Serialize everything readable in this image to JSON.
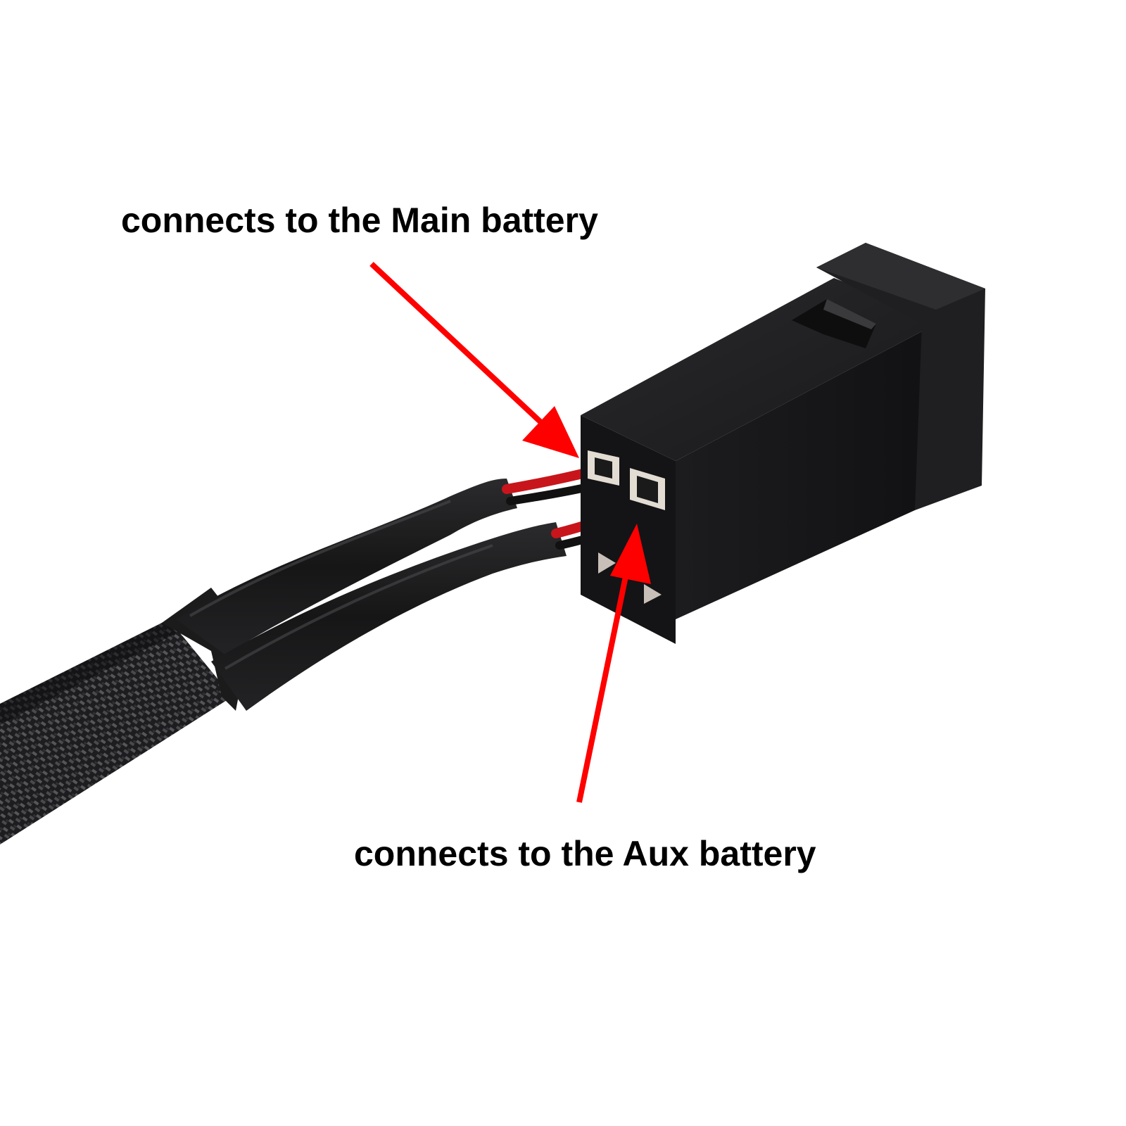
{
  "annotations": {
    "main_label": "connects to the Main battery",
    "aux_label": "connects to the Aux battery",
    "arrow_color": "#ff0000",
    "text_color": "#000000"
  },
  "photo": {
    "subject-icon": "battery-switch-connector-with-braided-cable",
    "background_color": "#ffffff",
    "housing_color": "#1a1a1a",
    "wire_colors": [
      "#c8151b",
      "#111111"
    ],
    "terminal_color": "#e3dcd3"
  }
}
